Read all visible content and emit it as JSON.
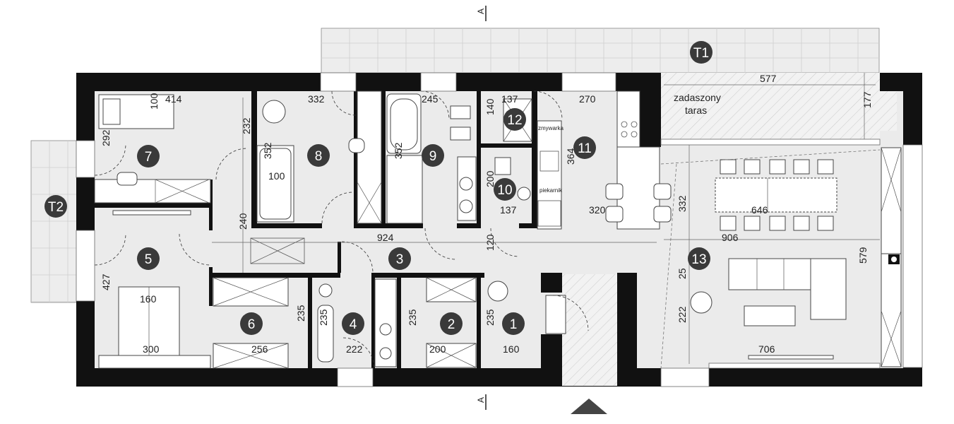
{
  "section_marker": "A",
  "rooms": [
    {
      "id": "r1",
      "label": "1"
    },
    {
      "id": "r2",
      "label": "2"
    },
    {
      "id": "r3",
      "label": "3"
    },
    {
      "id": "r4",
      "label": "4"
    },
    {
      "id": "r5",
      "label": "5"
    },
    {
      "id": "r6",
      "label": "6"
    },
    {
      "id": "r7",
      "label": "7"
    },
    {
      "id": "r8",
      "label": "8"
    },
    {
      "id": "r9",
      "label": "9"
    },
    {
      "id": "r10",
      "label": "10"
    },
    {
      "id": "r11",
      "label": "11"
    },
    {
      "id": "r12",
      "label": "12"
    },
    {
      "id": "r13",
      "label": "13"
    },
    {
      "id": "t1",
      "label": "T1"
    },
    {
      "id": "t2",
      "label": "T2"
    }
  ],
  "terrace_note": {
    "line1": "zadaszony",
    "line2": "taras"
  },
  "appliances": {
    "dishwasher": "zmywarka",
    "oven": "piekarnik"
  },
  "dimensions": {
    "r7_w": "414",
    "r7_bed": "100",
    "r7_door": "292",
    "r7_h": "232",
    "r8_w": "332",
    "r8_tub_h": "352",
    "r8_tub_w": "100",
    "r9_w": "245",
    "r9_h": "352",
    "r12_w": "137",
    "r12_h": "140",
    "r10_w": "137",
    "r10_h": "200",
    "r11_w": "270",
    "r11_h": "364",
    "r11_depth": "320",
    "terrace_w": "577",
    "terrace_h": "177",
    "r13_table": "646",
    "r13_w": "906",
    "r13_h1": "332",
    "r13_h2": "579",
    "r13_sm": "25",
    "r13_h3": "222",
    "r13_bottom": "706",
    "r3_w": "924",
    "r3_h": "240",
    "r3_sm": "120",
    "r5_h": "427",
    "r5_bed": "160",
    "r5_w": "300",
    "r6_w": "256",
    "r6_h": "235",
    "r4_h": "235",
    "r4_w": "222",
    "r2_h": "235",
    "r2_w": "200",
    "r1_h": "235",
    "r1_w": "160"
  }
}
